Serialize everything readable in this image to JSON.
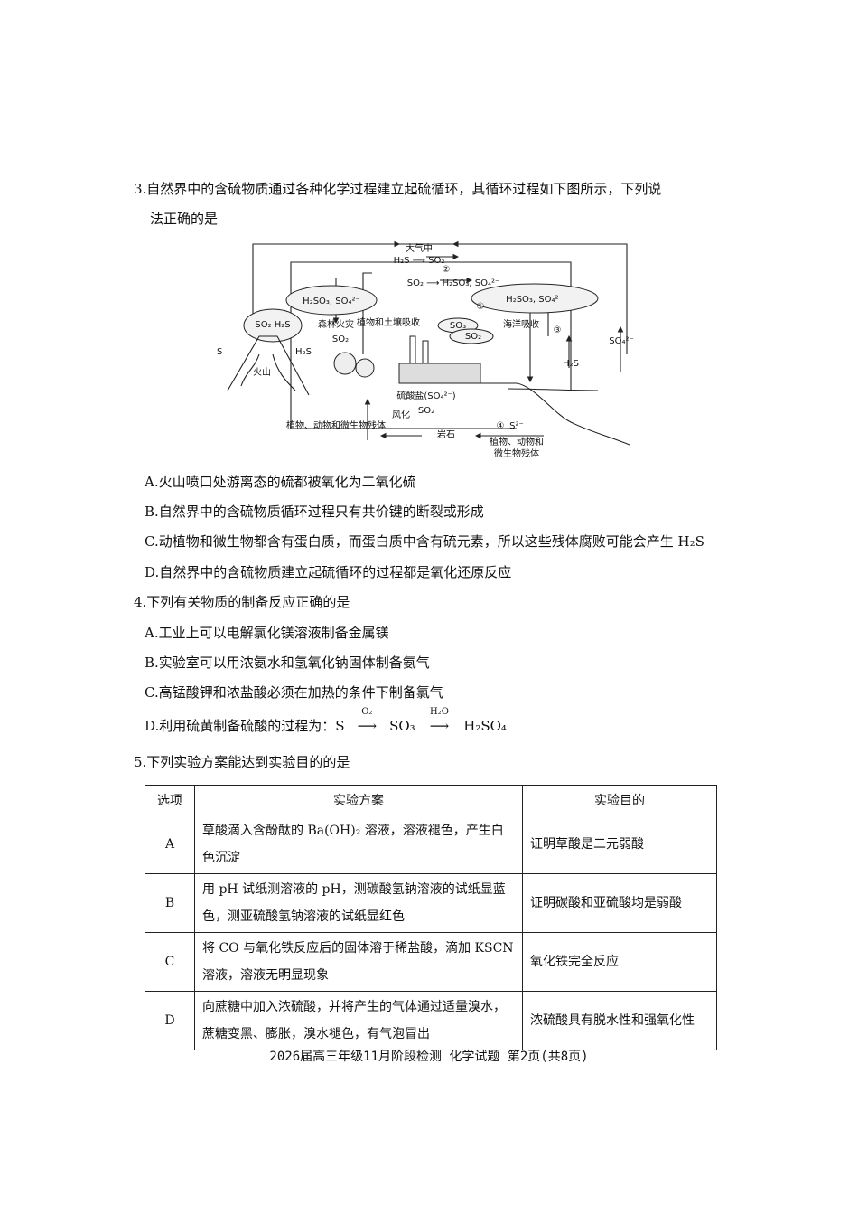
{
  "q3": {
    "stem_line1": "3.自然界中的含硫物质通过各种化学过程建立起硫循环，其循环过程如下图所示，下列说",
    "stem_line2": "法正确的是",
    "options": [
      "A.火山喷口处游离态的硫都被氧化为二氧化硫",
      "B.自然界中的含硫物质循环过程只有共价键的断裂或形成",
      "C.动植物和微生物都含有蛋白质，而蛋白质中含有硫元素，所以这些残体腐败可能会产生 H₂S",
      "D.自然界中的含硫物质建立起硫循环的过程都是氧化还原反应"
    ],
    "diagram": {
      "atmosphere": "大气中",
      "h2s_so2": "H₂S ⟶ SO₂",
      "circle2": "②",
      "so2_h2so3": "SO₂ ⟶ H₂SO₃, SO₄²⁻",
      "circle1": "①",
      "cloud_left": "H₂SO₃, SO₄²⁻",
      "cloud_right": "H₂SO₃, SO₄²⁻",
      "volcano_cloud": "SO₂ H₂S",
      "s_label": "S",
      "volcano": "火山",
      "h2s_left": "H₂S",
      "forest_fire": "森林火灾",
      "so2_fire": "SO₂",
      "plant_absorb": "植物和土壤吸收",
      "factory_so3": "SO₃",
      "factory_so2": "SO₂",
      "sea_absorb": "海洋吸收",
      "circle3": "③",
      "h2s_sea": "H₂S",
      "so4_right": "SO₄²⁻",
      "sulfate": "硫酸盐(SO₄²⁻)",
      "so2_bottom": "SO₂",
      "weathering": "风化",
      "rock": "岩石",
      "circle4": "④",
      "s2minus": "S²⁻",
      "residue_left": "植物、动物和微生物残体",
      "residue_right_1": "植物、动物和",
      "residue_right_2": "微生物残体"
    }
  },
  "q4": {
    "stem": "4.下列有关物质的制备反应正确的是",
    "options": [
      "A.工业上可以电解氯化镁溶液制备金属镁",
      "B.实验室可以用浓氨水和氢氧化钠固体制备氨气",
      "C.高锰酸钾和浓盐酸必须在加热的条件下制备氯气"
    ],
    "option_d_prefix": "D.利用硫黄制备硫酸的过程为：S",
    "option_d_o2": "O₂",
    "option_d_so3": "SO₃",
    "option_d_h2o": "H₂O",
    "option_d_h2so4": "H₂SO₄"
  },
  "q5": {
    "stem": "5.下列实验方案能达到实验目的的是",
    "headers": [
      "选项",
      "实验方案",
      "实验目的"
    ],
    "rows": [
      {
        "option": "A",
        "plan": "草酸滴入含酚酞的 Ba(OH)₂ 溶液，溶液褪色，产生白色沉淀",
        "purpose": "证明草酸是二元弱酸"
      },
      {
        "option": "B",
        "plan": "用 pH 试纸测溶液的 pH，测碳酸氢钠溶液的试纸显蓝色，测亚硫酸氢钠溶液的试纸显红色",
        "purpose": "证明碳酸和亚硫酸均是弱酸"
      },
      {
        "option": "C",
        "plan": "将 CO 与氧化铁反应后的固体溶于稀盐酸，滴加 KSCN 溶液，溶液无明显现象",
        "purpose": "氧化铁完全反应"
      },
      {
        "option": "D",
        "plan": "向蔗糖中加入浓硫酸，并将产生的气体通过适量溴水，蔗糖变黑、膨胀，溴水褪色，有气泡冒出",
        "purpose": "浓硫酸具有脱水性和强氧化性"
      }
    ]
  },
  "footer": "2026届高三年级11月阶段检测 化学试题 第2页(共8页)"
}
